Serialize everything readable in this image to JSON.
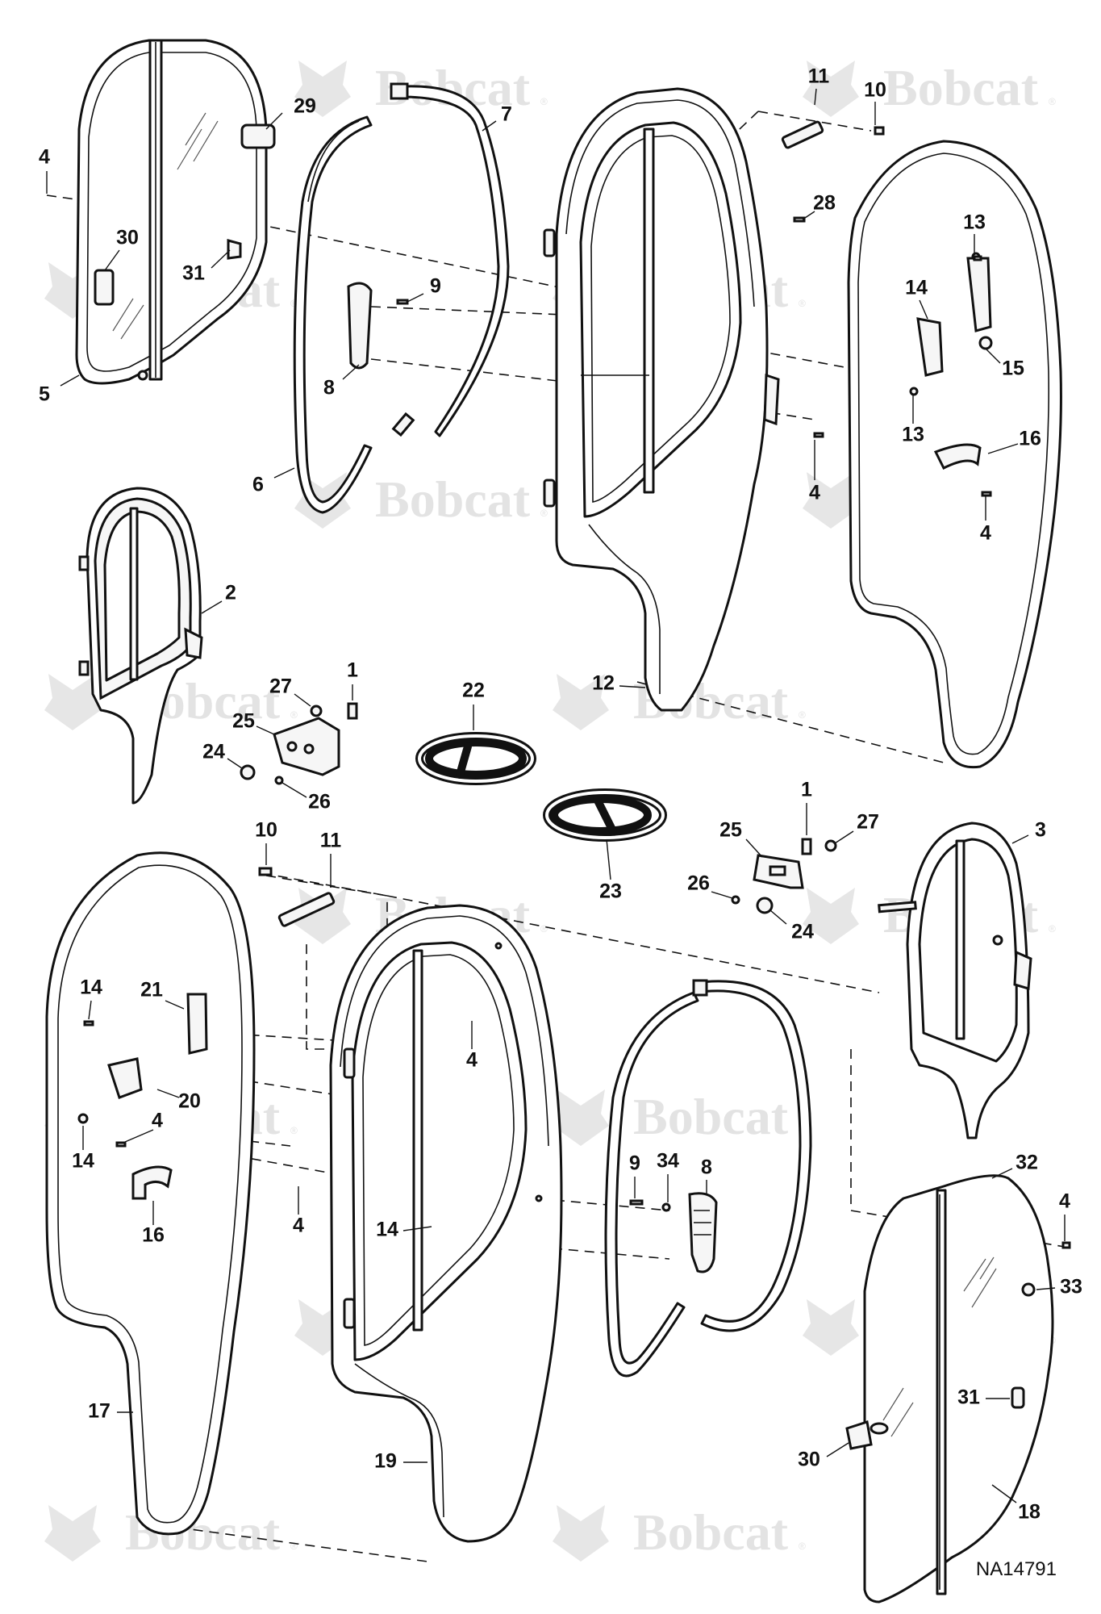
{
  "watermark": {
    "brand": "Bobcat",
    "reg_mark": "®"
  },
  "diagram_ref": "NA14791",
  "callouts": [
    {
      "id": "c1",
      "label": "4"
    },
    {
      "id": "c2",
      "label": "29"
    },
    {
      "id": "c3",
      "label": "7"
    },
    {
      "id": "c4",
      "label": "11"
    },
    {
      "id": "c5",
      "label": "10"
    },
    {
      "id": "c6",
      "label": "30"
    },
    {
      "id": "c7",
      "label": "31"
    },
    {
      "id": "c8",
      "label": "9"
    },
    {
      "id": "c9",
      "label": "28"
    },
    {
      "id": "c10",
      "label": "13"
    },
    {
      "id": "c11",
      "label": "14"
    },
    {
      "id": "c12",
      "label": "15"
    },
    {
      "id": "c13",
      "label": "8"
    },
    {
      "id": "c14",
      "label": "5"
    },
    {
      "id": "c15",
      "label": "13"
    },
    {
      "id": "c16",
      "label": "16"
    },
    {
      "id": "c17",
      "label": "6"
    },
    {
      "id": "c18",
      "label": "4"
    },
    {
      "id": "c19",
      "label": "4"
    },
    {
      "id": "c20",
      "label": "2"
    },
    {
      "id": "c21",
      "label": "1"
    },
    {
      "id": "c22",
      "label": "27"
    },
    {
      "id": "c23",
      "label": "22"
    },
    {
      "id": "c24",
      "label": "12"
    },
    {
      "id": "c25",
      "label": "25"
    },
    {
      "id": "c26",
      "label": "24"
    },
    {
      "id": "c27",
      "label": "26"
    },
    {
      "id": "c28",
      "label": "1"
    },
    {
      "id": "c29",
      "label": "25"
    },
    {
      "id": "c30",
      "label": "27"
    },
    {
      "id": "c31",
      "label": "10"
    },
    {
      "id": "c32",
      "label": "11"
    },
    {
      "id": "c33",
      "label": "23"
    },
    {
      "id": "c34",
      "label": "26"
    },
    {
      "id": "c35",
      "label": "24"
    },
    {
      "id": "c36",
      "label": "3"
    },
    {
      "id": "c37",
      "label": "14"
    },
    {
      "id": "c38",
      "label": "21"
    },
    {
      "id": "c39",
      "label": "4"
    },
    {
      "id": "c40",
      "label": "20"
    },
    {
      "id": "c41",
      "label": "4"
    },
    {
      "id": "c42",
      "label": "14"
    },
    {
      "id": "c43",
      "label": "16"
    },
    {
      "id": "c44",
      "label": "4"
    },
    {
      "id": "c45",
      "label": "14"
    },
    {
      "id": "c46",
      "label": "9"
    },
    {
      "id": "c47",
      "label": "34"
    },
    {
      "id": "c48",
      "label": "8"
    },
    {
      "id": "c49",
      "label": "32"
    },
    {
      "id": "c50",
      "label": "4"
    },
    {
      "id": "c51",
      "label": "33"
    },
    {
      "id": "c52",
      "label": "17"
    },
    {
      "id": "c53",
      "label": "19"
    },
    {
      "id": "c54",
      "label": "31"
    },
    {
      "id": "c55",
      "label": "30"
    },
    {
      "id": "c56",
      "label": "18"
    }
  ]
}
